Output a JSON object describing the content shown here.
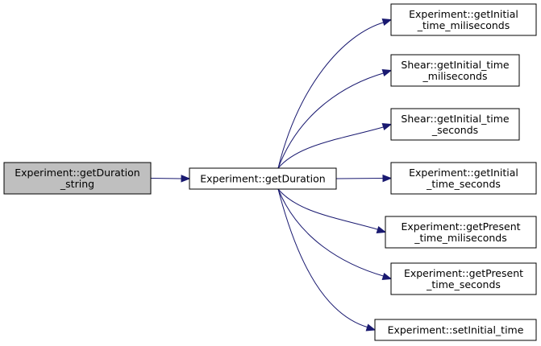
{
  "diagram": {
    "root": {
      "id": "root",
      "lines": [
        "Experiment::getDuration",
        "_string"
      ],
      "style": "highlighted"
    },
    "center": {
      "id": "center",
      "lines": [
        "Experiment::getDuration"
      ]
    },
    "callees": [
      {
        "id": "c0",
        "lines": [
          "Experiment::getInitial",
          "_time_miliseconds"
        ]
      },
      {
        "id": "c1",
        "lines": [
          "Shear::getInitial_time",
          "_miliseconds"
        ]
      },
      {
        "id": "c2",
        "lines": [
          "Shear::getInitial_time",
          "_seconds"
        ]
      },
      {
        "id": "c3",
        "lines": [
          "Experiment::getInitial",
          "_time_seconds"
        ]
      },
      {
        "id": "c4",
        "lines": [
          "Experiment::getPresent",
          "_time_miliseconds"
        ]
      },
      {
        "id": "c5",
        "lines": [
          "Experiment::getPresent",
          "_time_seconds"
        ]
      },
      {
        "id": "c6",
        "lines": [
          "Experiment::setInitial_time"
        ]
      }
    ],
    "colors": {
      "edge": "#191970",
      "root_fill": "#bfbfbf",
      "node_fill": "#ffffff",
      "node_stroke": "#000000"
    }
  }
}
